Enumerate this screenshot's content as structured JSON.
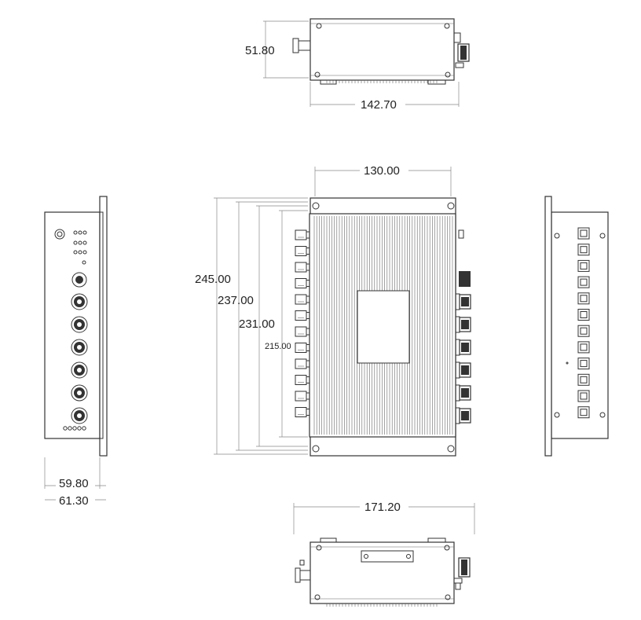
{
  "dimensions": {
    "top_height": "51.80",
    "top_width": "142.70",
    "front_inner_width": "130.00",
    "front_h1": "245.00",
    "front_h2": "237.00",
    "front_h3": "231.00",
    "front_h4": "215.00",
    "side_depth_1": "59.80",
    "side_depth_2": "61.30",
    "bottom_width": "171.20"
  },
  "colors": {
    "line": "#333333",
    "dimension_line": "#888888",
    "background": "#ffffff"
  }
}
